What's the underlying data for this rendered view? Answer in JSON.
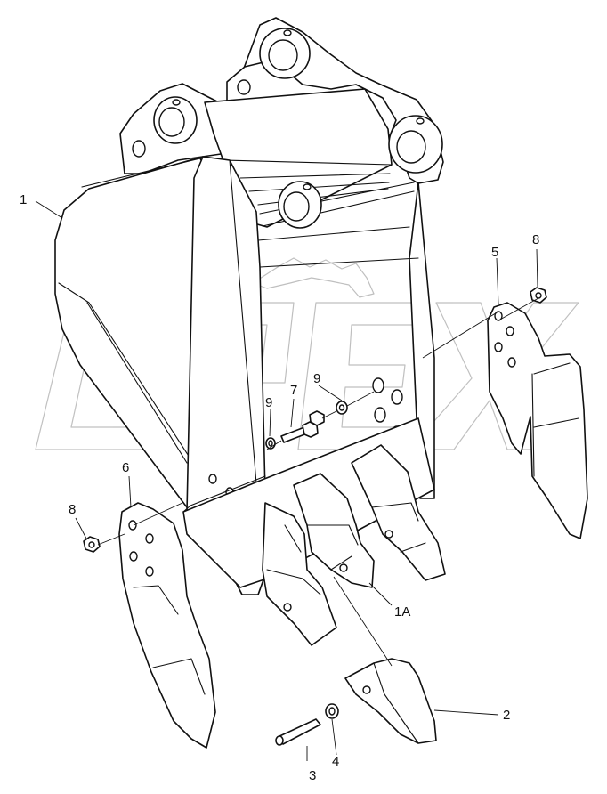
{
  "callouts": [
    {
      "id": "1",
      "label": "1"
    },
    {
      "id": "1A",
      "label": "1A"
    },
    {
      "id": "2",
      "label": "2"
    },
    {
      "id": "3",
      "label": "3"
    },
    {
      "id": "4",
      "label": "4"
    },
    {
      "id": "5",
      "label": "5"
    },
    {
      "id": "6",
      "label": "6"
    },
    {
      "id": "7",
      "label": "7"
    },
    {
      "id": "8a",
      "label": "8"
    },
    {
      "id": "8b",
      "label": "8"
    },
    {
      "id": "9a",
      "label": "9"
    },
    {
      "id": "9b",
      "label": "9"
    }
  ],
  "watermark": {
    "text": "OPEX"
  },
  "colors": {
    "line": "#111111",
    "watermark": "#b9b9b9",
    "background": "#ffffff"
  }
}
